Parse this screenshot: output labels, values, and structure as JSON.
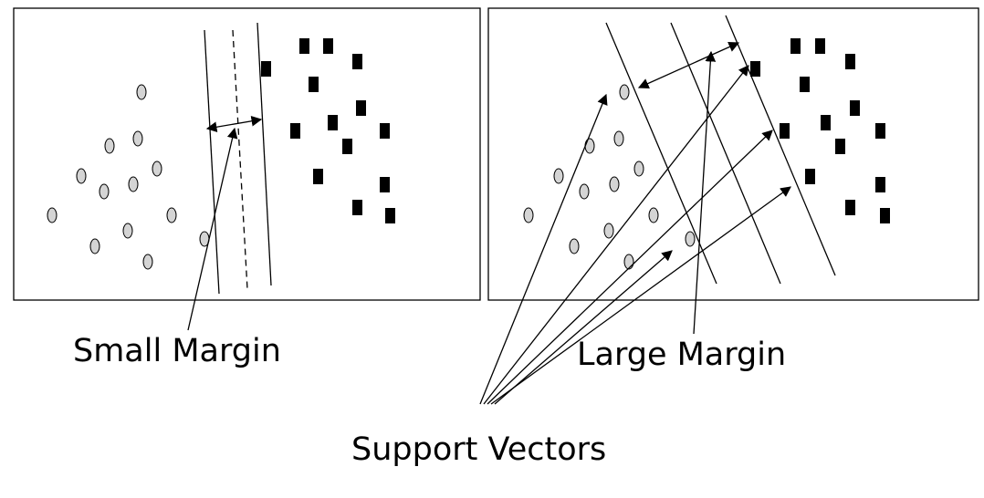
{
  "labels": {
    "small_margin": "Small Margin",
    "large_margin": "Large Margin",
    "support_vectors": "Support Vectors"
  },
  "colors": {
    "point_fill": "#d4d4d4",
    "square_fill": "#000000",
    "stroke": "#000000",
    "background": "#ffffff"
  },
  "panels": [
    {
      "id": "small-margin-panel",
      "hyperplane_count": 3,
      "center_line_style": "dashed"
    },
    {
      "id": "large-margin-panel",
      "hyperplane_count": 3,
      "center_line_style": "solid"
    }
  ]
}
